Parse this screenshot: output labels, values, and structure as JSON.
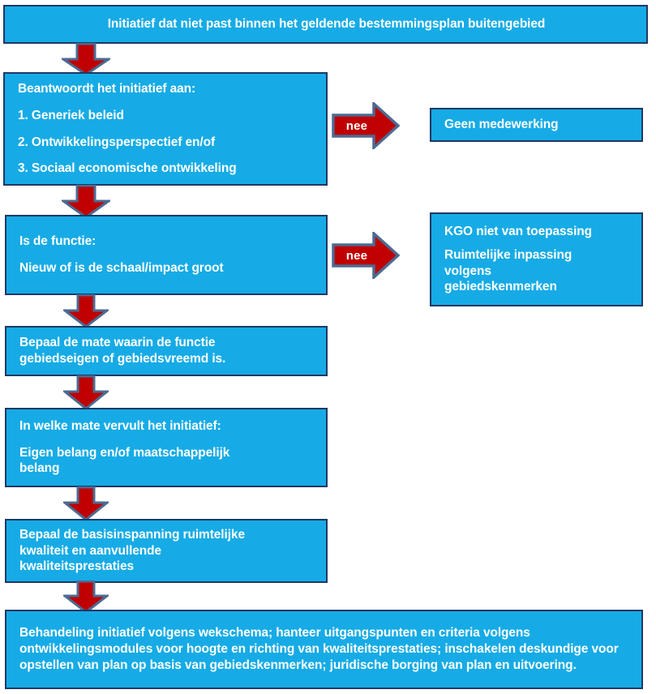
{
  "diagram": {
    "title_box": {
      "id": "initiatief-header",
      "lines": [
        "Initiatief dat niet past binnen het geldende bestemmingsplan buitengebied"
      ]
    },
    "nodes": {
      "question_1": {
        "lines": [
          "Beantwoordt het initiatief aan:",
          "1. Generiek beleid",
          "2. Ontwikkelingsperspectief en/of",
          "3. Sociaal economische ontwikkeling"
        ]
      },
      "no_cooperation": {
        "lines": [
          "Geen medewerking"
        ]
      },
      "question_2": {
        "lines": [
          "Is de functie:",
          "Nieuw of is de schaal/impact groot"
        ]
      },
      "kgo_not_applicable": {
        "lines": [
          "KGO niet van toepassing",
          "Ruimtelijke inpassing\nvolgens\ngebiedskenmerken"
        ]
      },
      "determine_degree": {
        "lines": [
          "Bepaal de mate waarin de functie\ngebiedseigen of gebiedsvreemd is."
        ]
      },
      "interest_type": {
        "lines": [
          "In welke mate vervult het initiatief:",
          "Eigen belang en/of maatschappelijk\nbelang"
        ]
      },
      "base_effort": {
        "lines": [
          "Bepaal de basisinspanning ruimtelijke\nkwaliteit en aanvullende\nkwaliteitsprestaties"
        ]
      },
      "final_handling": {
        "lines": [
          "Behandeling initiatief volgens wekschema; hanteer uitgangspunten en criteria volgens ontwikkelingsmodules voor hoogte en richting van kwaliteitsprestaties; inschakelen deskundige voor opstellen van plan op basis van gebiedskenmerken; juridische borging van plan en uitvoering."
        ]
      }
    },
    "connectors": {
      "nee_1": {
        "label": "nee"
      },
      "nee_2": {
        "label": "nee"
      }
    },
    "colors": {
      "box_fill": "#16ABE6",
      "box_border": "#1F3864",
      "arrow_fill": "#C00000",
      "arrow_border": "#4C6B92",
      "text": "#FFFFFF"
    }
  }
}
